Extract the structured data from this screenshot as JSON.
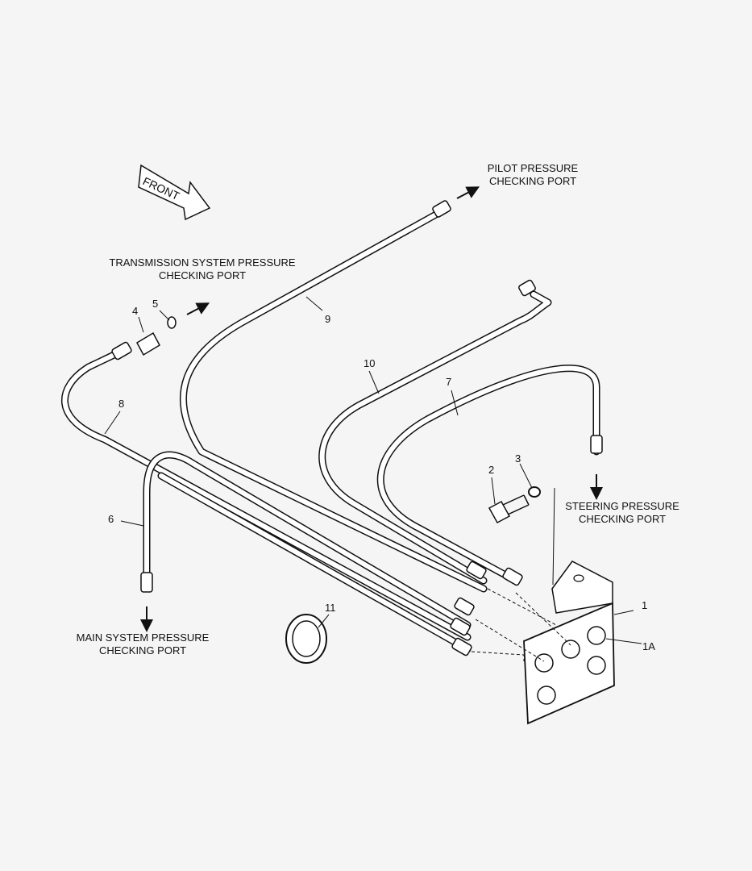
{
  "front_arrow": {
    "label": "FRONT"
  },
  "port_labels": {
    "pilot": {
      "line1": "PILOT PRESSURE",
      "line2": "CHECKING PORT"
    },
    "transmission": {
      "line1": "TRANSMISSION SYSTEM PRESSURE",
      "line2": "CHECKING PORT"
    },
    "steering": {
      "line1": "STEERING PRESSURE",
      "line2": "CHECKING PORT"
    },
    "main": {
      "line1": "MAIN SYSTEM PRESSURE",
      "line2": "CHECKING PORT"
    }
  },
  "callouts": {
    "c1": "1",
    "c1a": "1A",
    "c2": "2",
    "c3": "3",
    "c4": "4",
    "c5": "5",
    "c6": "6",
    "c7": "7",
    "c8": "8",
    "c9": "9",
    "c10": "10",
    "c11": "11"
  }
}
